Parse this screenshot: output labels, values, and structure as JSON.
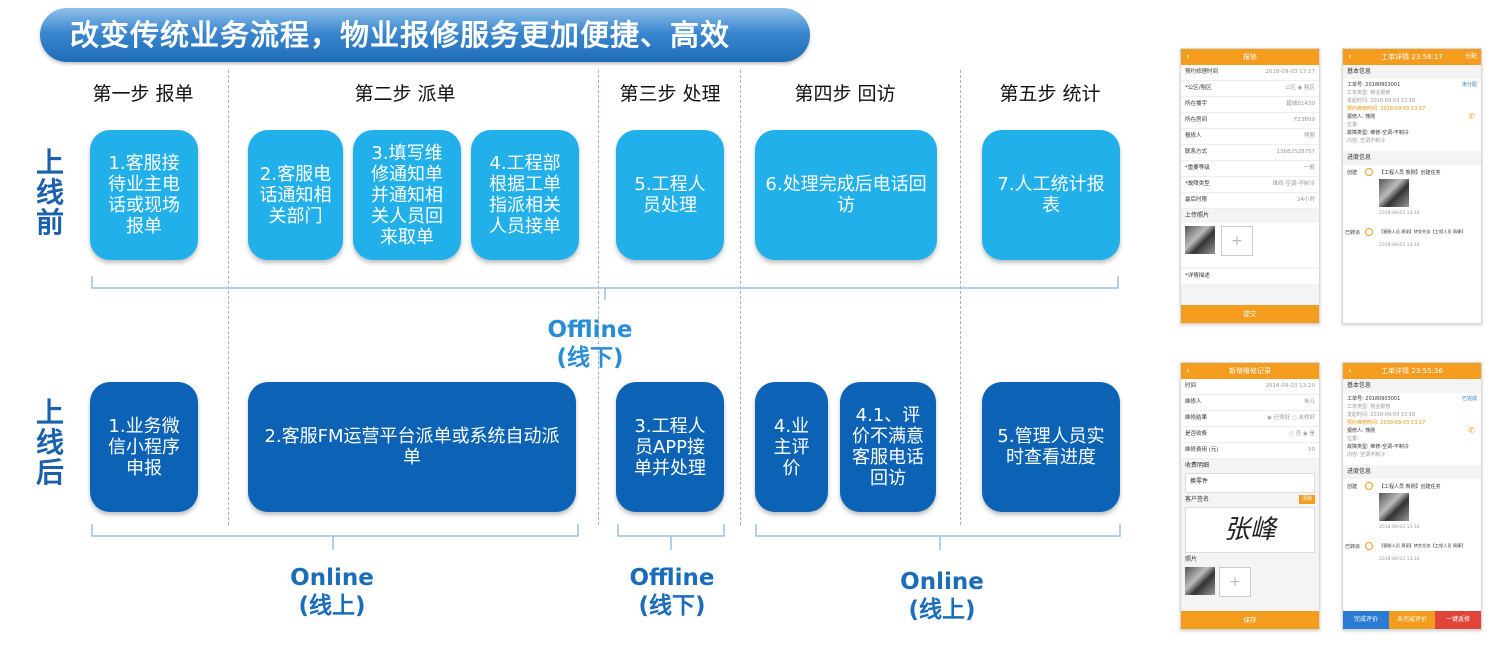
{
  "title": "改变传统业务流程，物业报修服务更加便捷、高效",
  "steps": [
    "第一步 报单",
    "第二步 派单",
    "第三步 处理",
    "第四步 回访",
    "第五步 统计"
  ],
  "row_labels": {
    "before": "上线前",
    "after": "上线后"
  },
  "before_boxes": [
    "1.客服接待业主电话或现场报单",
    "2.客服电话通知相关部门",
    "3.填写维修通知单并通知相关人员回来取单",
    "4.工程部根据工单指派相关人员接单",
    "5.工程人员处理",
    "6.处理完成后电话回访",
    "7.人工统计报表"
  ],
  "after_boxes": [
    "1.业务微信小程序申报",
    "2.客服FM运营平台派单或系统自动派单",
    "3.工程人员APP接单并处理",
    "4.业主评价",
    "4.1、评价不满意客服电话回访",
    "5.管理人员实时查看进度"
  ],
  "captions": {
    "before_offline_en": "Offline",
    "before_offline_cn": "(线下)",
    "after_online1_en": "Online",
    "after_online1_cn": "(线上)",
    "after_offline_en": "Offline",
    "after_offline_cn": "(线下)",
    "after_online2_en": "Online",
    "after_online2_cn": "(线上)"
  },
  "phones": {
    "p1": {
      "header": "报修",
      "rows": [
        {
          "l": "预约修理时间",
          "v": "2018-09-03 13:17"
        },
        {
          "l": "*公区/租区",
          "v": "公区 ◉ 租区"
        },
        {
          "l": "所在楼宇",
          "v": "碧城B1430"
        },
        {
          "l": "所在房间",
          "v": "F23B09"
        },
        {
          "l": "报修人",
          "v": "熊刚"
        },
        {
          "l": "联系方式",
          "v": "13682528757"
        },
        {
          "l": "*重要等级",
          "v": "一般"
        },
        {
          "l": "*故障类型",
          "v": "维修-空调-不制冷"
        },
        {
          "l": "最后时限",
          "v": "24小时"
        }
      ],
      "upload_label": "上传照片",
      "detail_label": "*详情描述",
      "footer": "提交"
    },
    "p2": {
      "header": "工单详情",
      "header_time": "23:58:17",
      "header_right": "分配",
      "section1": "基本信息",
      "no_label": "工单号: 20180903001",
      "no_status": "未分配",
      "type_line": "工单类型: 物业报修",
      "time_line": "发起时间: 2018-09-03 13:16",
      "appoint_line": "预约维修时间: 2018-09-03 13:17",
      "reporter": "报修人: 熊刚",
      "location": "位置:",
      "fault": "故障类型: 维修-空调-不制冷",
      "content": "内容: 空调不制冷",
      "section2": "进度信息",
      "tl1_tag": "创建",
      "tl1_text": "【工程人员 熊刚】创建任务",
      "tl1_time": "2018-09-03 13:16",
      "tl2_tag": "已转派",
      "tl2_text": "【客服人员 周丽】转交任务【工程人员 周康】",
      "tl2_time": "2018-09-03 13:16"
    },
    "p3": {
      "header": "新增维修记录",
      "rows": [
        {
          "l": "时间",
          "v": "2018-09-03 13:20"
        },
        {
          "l": "维修人",
          "v": "朱凡"
        },
        {
          "l": "维修结果",
          "v": "◉ 已修好 ○ 未修好"
        },
        {
          "l": "是否收费",
          "v": "○ 否 ◉ 是"
        },
        {
          "l": "维修费用 (元)",
          "v": "50"
        }
      ],
      "material_label": "收费明细",
      "material_value": "换零件",
      "sign_label": "客户签名",
      "sign_clear": "清除",
      "signature": "张峰",
      "photo_label": "照片",
      "footer": "保存"
    },
    "p4": {
      "header": "工单详情",
      "header_time": "23:55:36",
      "section1": "基本信息",
      "no_label": "工单号: 20180903001",
      "no_status": "已完成",
      "type_line": "工单类型: 物业报修",
      "time_line": "发起时间: 2018-09-03 13:16",
      "appoint_line": "预约维修时间: 2018-09-03 13:17",
      "reporter": "报修人: 熊刚",
      "location": "位置:",
      "fault": "故障类型: 维修-空调-不制冷",
      "content": "内容: 空调不制冷",
      "section2": "进度信息",
      "tl1_tag": "创建",
      "tl1_text": "【工程人员 熊刚】创建任务",
      "tl1_time": "2018-09-03 13:16",
      "tl2_tag": "已转派",
      "tl2_text": "【客服人员 周丽】转交任务【工程人员 周康】",
      "tl2_time": "2018-09-03 13:16",
      "btn1": "完成评价",
      "btn2": "未完成评价",
      "btn3": "一键返修"
    }
  },
  "colors": {
    "before_box": "#22b0ea",
    "after_box": "#0c63b6",
    "phone_accent": "#f39c1d"
  }
}
